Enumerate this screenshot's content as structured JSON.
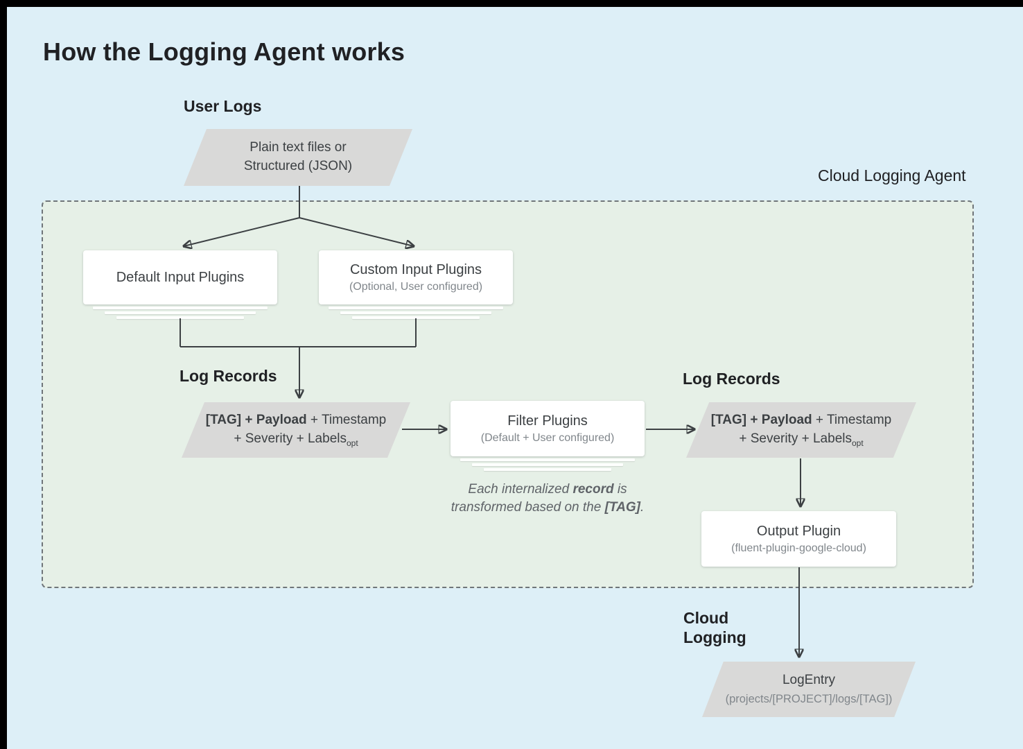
{
  "title": "How the Logging Agent works",
  "colors": {
    "background": "#ddeff7",
    "agent_zone_fill": "#e6f0e7",
    "parallelogram_fill": "#d9d9d8",
    "card_fill": "#ffffff",
    "arrow": "#3c4043",
    "frame_edge": "#000000"
  },
  "labels": {
    "user_logs": "User Logs",
    "agent": "Cloud Logging Agent",
    "log_records_left": "Log Records",
    "log_records_right": "Log Records",
    "cloud_logging_line1": "Cloud",
    "cloud_logging_line2": "Logging"
  },
  "nodes": {
    "user_input": {
      "line1": "Plain text files or",
      "line2": "Structured (JSON)"
    },
    "default_input": {
      "title": "Default Input Plugins"
    },
    "custom_input": {
      "title": "Custom Input Plugins",
      "subtitle": "(Optional, User configured)"
    },
    "record_left": {
      "bold": "[TAG] + Payload",
      "tail1": " + Timestamp",
      "tail2": "+ Severity + Labels",
      "subscript": "opt"
    },
    "filter": {
      "title": "Filter Plugins",
      "subtitle": "(Default + User configured)"
    },
    "note": {
      "p1": "Each internalized ",
      "p2": "record",
      "p3": " is",
      "p4": "transformed based on the ",
      "p5": "[TAG]",
      "p6": "."
    },
    "record_right": {
      "bold": "[TAG] + Payload",
      "tail1": " + Timestamp",
      "tail2": "+ Severity + Labels",
      "subscript": "opt"
    },
    "output": {
      "title": "Output Plugin",
      "subtitle": "(fluent-plugin-google-cloud)"
    },
    "log_entry": {
      "title": "LogEntry",
      "subtitle": "(projects/[PROJECT]/logs/[TAG])"
    }
  }
}
